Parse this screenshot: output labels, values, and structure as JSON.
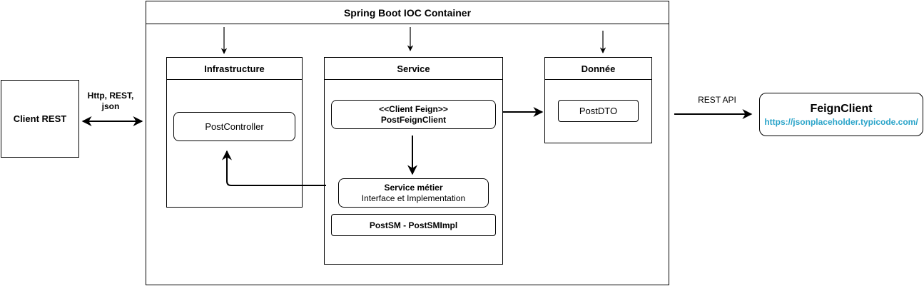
{
  "client_rest": {
    "label": "Client REST"
  },
  "protocol_label": {
    "line1": "Http, REST,",
    "line2": "json"
  },
  "container": {
    "title": "Spring Boot IOC Container"
  },
  "infrastructure": {
    "title": "Infrastructure",
    "post_controller": "PostController"
  },
  "service": {
    "title": "Service",
    "feign_client": {
      "stereotype": "<<Client Feign>>",
      "name": "PostFeignClient"
    },
    "service_metier": {
      "title": "Service métier",
      "subtitle": "Interface et Implementation"
    },
    "post_sm": "PostSM - PostSMImpl"
  },
  "donnee": {
    "title": "Donnée",
    "post_dto": "PostDTO"
  },
  "rest_api_label": "REST API",
  "feign_external": {
    "title": "FeignClient",
    "url": "https://jsonplaceholder.typicode.com/",
    "url_color": "#2aa4c9"
  }
}
